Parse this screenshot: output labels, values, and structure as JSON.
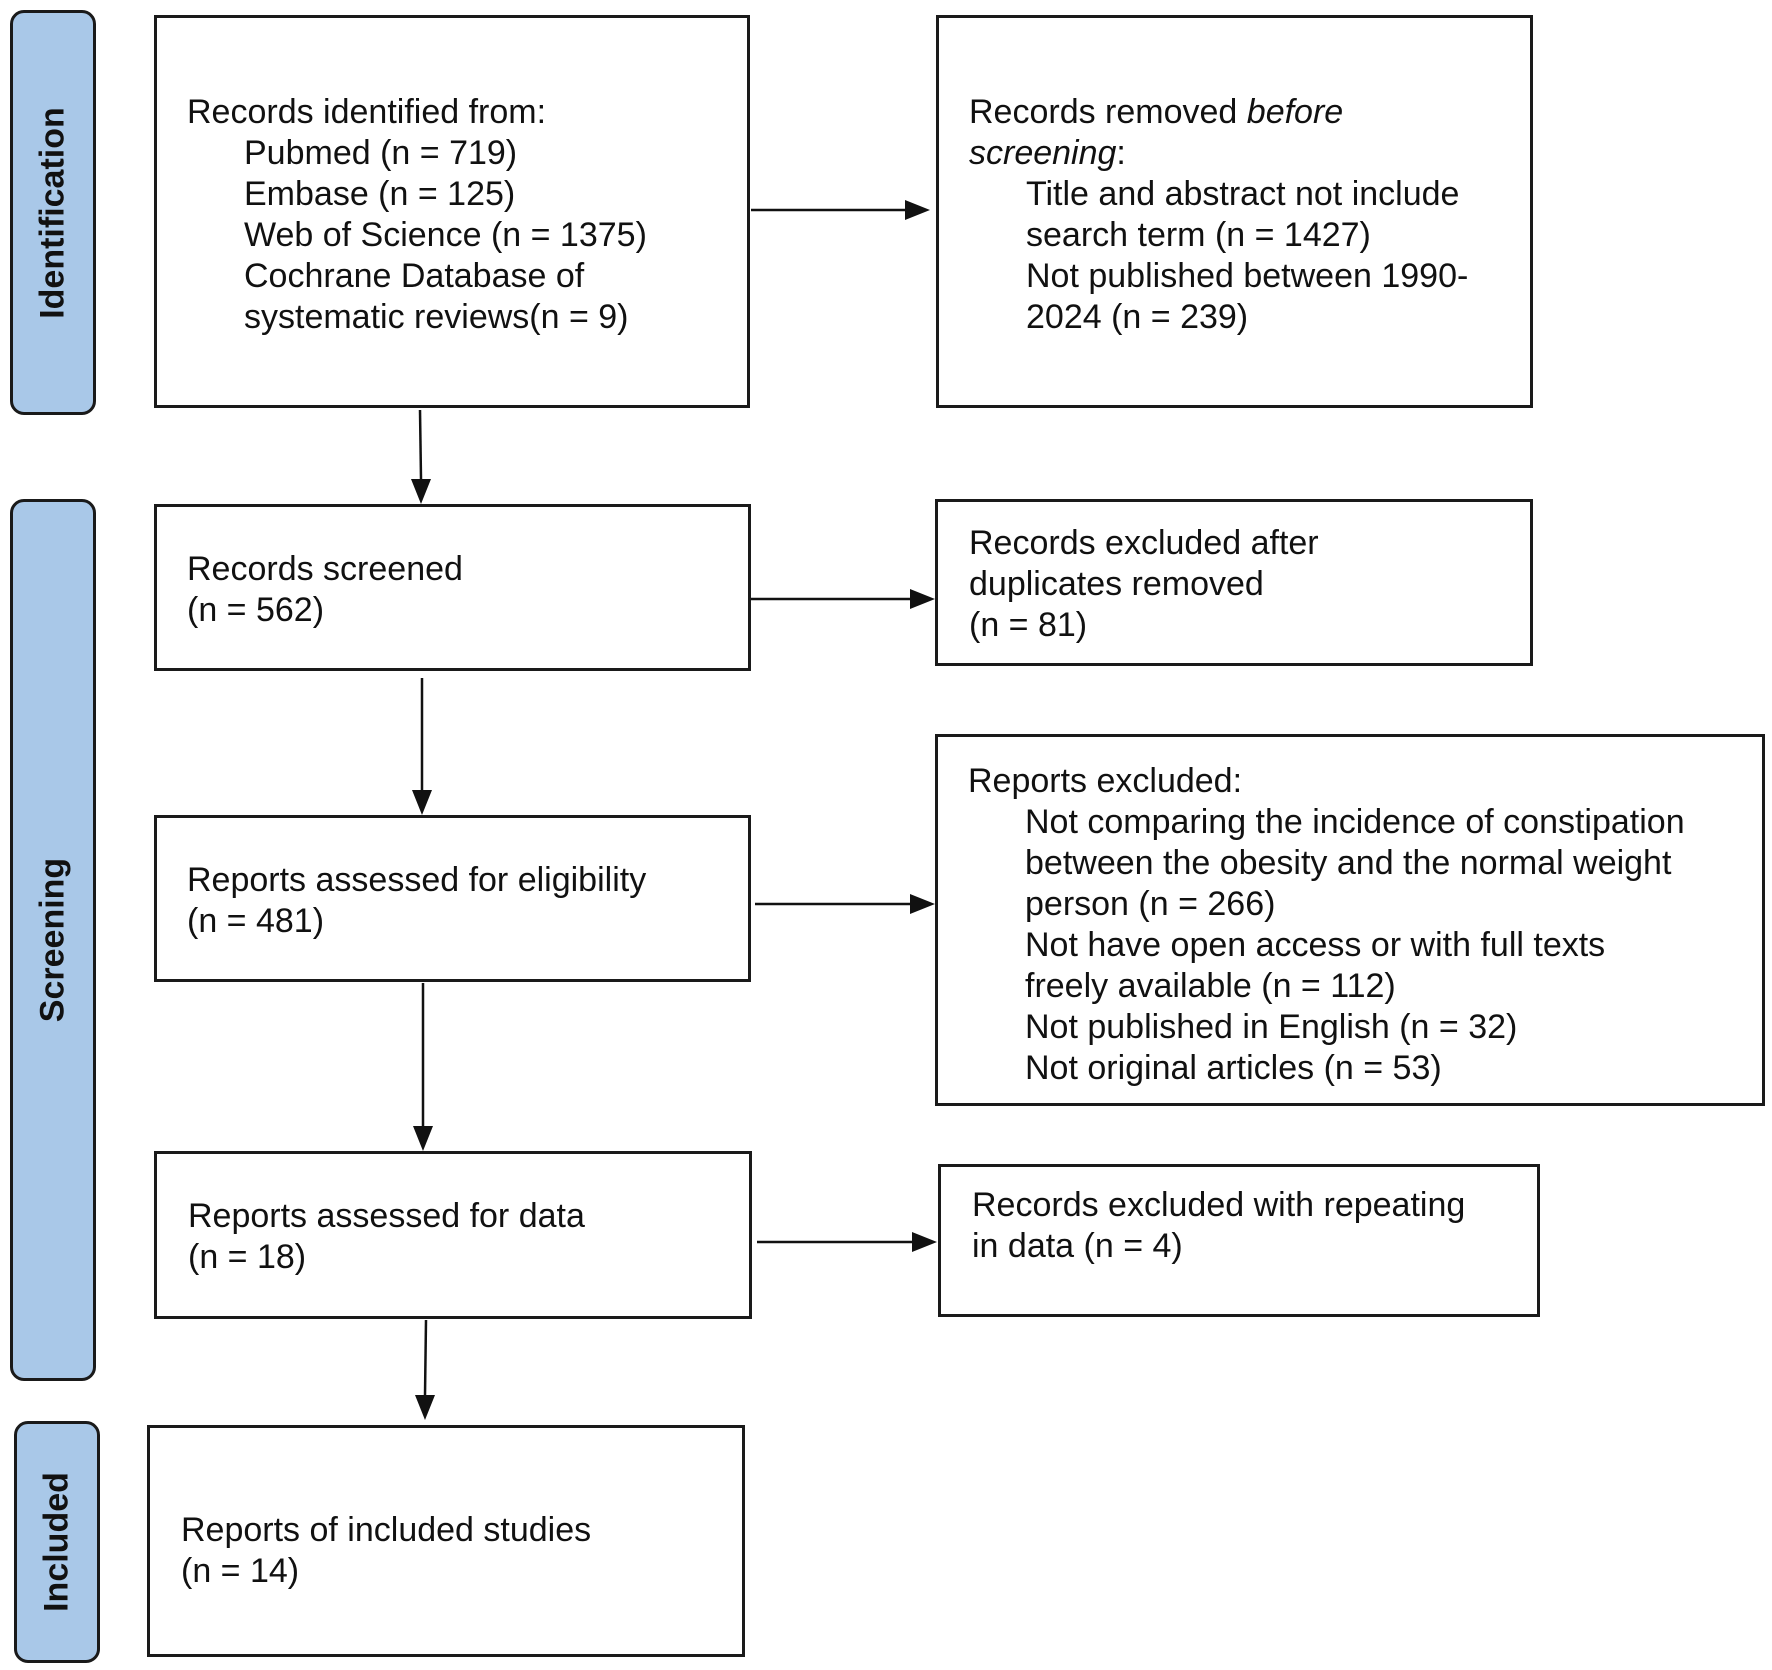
{
  "phases": {
    "identification": "Identification",
    "screening": "Screening",
    "included": "Included"
  },
  "identified": {
    "heading": "Records identified from:",
    "sources": [
      "Pubmed (n = 719)",
      "Embase (n = 125)",
      "Web of Science (n = 1375)",
      "Cochrane Database of",
      "systematic reviews(n = 9)"
    ]
  },
  "removed_before": {
    "heading_prefix": "Records removed ",
    "heading_italic_1": "before",
    "heading_italic_2": "screening",
    "heading_suffix": ":",
    "reasons": [
      "Title and abstract not include",
      "search term (n = 1427)",
      "Not published between 1990-",
      "2024 (n = 239)"
    ]
  },
  "screened": {
    "lines": [
      "Records screened",
      "(n = 562)"
    ]
  },
  "excluded_duplicates": {
    "lines": [
      "Records excluded after",
      "duplicates removed",
      "(n = 81)"
    ]
  },
  "eligibility": {
    "lines": [
      "Reports assessed for eligibility",
      "(n = 481)"
    ]
  },
  "reports_excluded": {
    "heading": "Reports excluded:",
    "reasons": [
      "Not comparing the incidence of constipation",
      "between the obesity and the normal weight",
      "person (n = 266)",
      "Not have open access or with full texts",
      "freely available (n = 112)",
      "Not published in English (n = 32)",
      "Not original articles (n = 53)"
    ]
  },
  "assessed_data": {
    "lines": [
      "Reports assessed for data",
      "(n = 18)"
    ]
  },
  "excluded_repeating": {
    "lines": [
      "Records excluded with repeating",
      "in data (n = 4)"
    ]
  },
  "included": {
    "lines": [
      "Reports of included studies",
      "(n = 14)"
    ]
  }
}
